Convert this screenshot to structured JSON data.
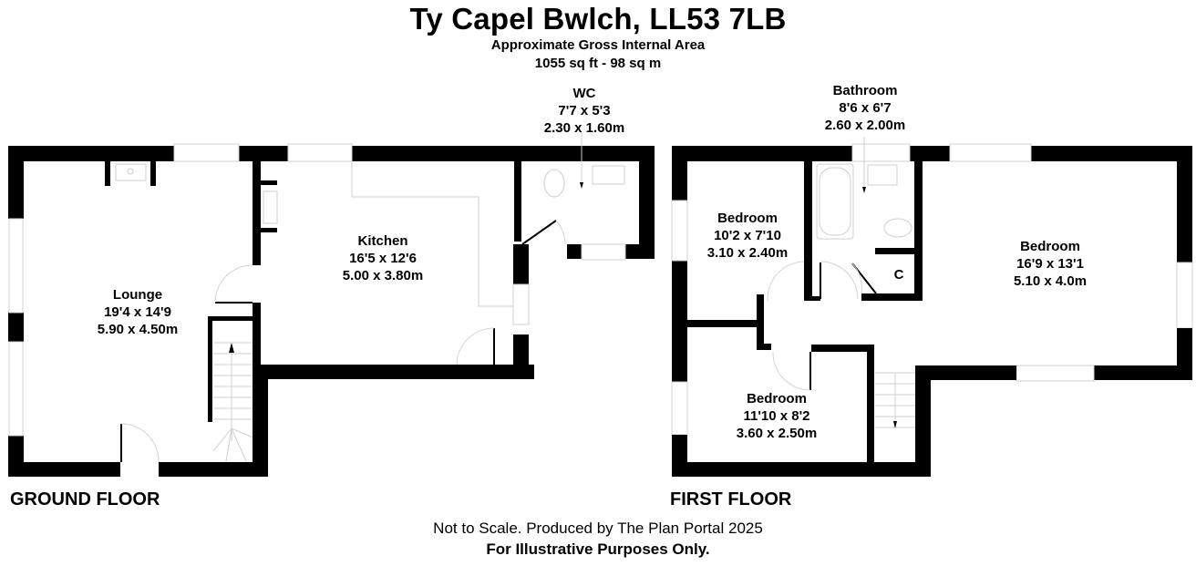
{
  "header": {
    "title": "Ty Capel Bwlch, LL53 7LB",
    "area_label": "Approximate Gross Internal Area",
    "area_value": "1055 sq ft - 98 sq m"
  },
  "floors": {
    "ground": {
      "label": "GROUND FLOOR",
      "rooms": [
        {
          "name": "Lounge",
          "imperial": "19'4 x 14'9",
          "metric": "5.90 x 4.50m"
        },
        {
          "name": "Kitchen",
          "imperial": "16'5 x 12'6",
          "metric": "5.00 x 3.80m"
        },
        {
          "name": "WC",
          "imperial": "7'7 x 5'3",
          "metric": "2.30 x 1.60m"
        }
      ]
    },
    "first": {
      "label": "FIRST FLOOR",
      "rooms": [
        {
          "name": "Bathroom",
          "imperial": "8'6 x 6'7",
          "metric": "2.60 x 2.00m"
        },
        {
          "name": "Bedroom",
          "imperial": "10'2 x 7'10",
          "metric": "3.10 x 2.40m"
        },
        {
          "name": "Bedroom",
          "imperial": "16'9 x 13'1",
          "metric": "5.10 x 4.0m"
        },
        {
          "name": "Bedroom",
          "imperial": "11'10 x 8'2",
          "metric": "3.60 x 2.50m"
        },
        {
          "name": "C",
          "imperial": "",
          "metric": ""
        }
      ]
    }
  },
  "footer": {
    "disclaimer": "Not to Scale. Produced by The Plan Portal 2025",
    "note": "For Illustrative Purposes Only."
  },
  "colors": {
    "wall": "#000000",
    "fixture_line": "#cfcfcf",
    "background": "#ffffff"
  }
}
